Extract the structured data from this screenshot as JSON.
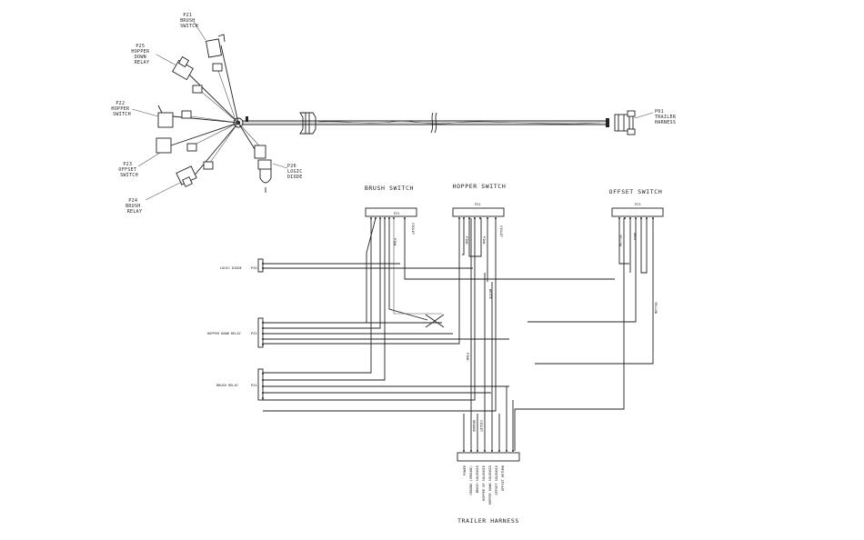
{
  "harness": {
    "p21": [
      "P21",
      "BRUSH",
      "SWITCH"
    ],
    "p25": [
      "P25",
      "HOPPER",
      "DOWN",
      "RELAY"
    ],
    "p22": [
      "P22",
      "HOPPER",
      "SWITCH"
    ],
    "p23": [
      "P23",
      "OFFSET",
      "SWITCH"
    ],
    "p24": [
      "P24",
      "BRUSH",
      "RELAY"
    ],
    "p26": [
      "P26",
      "LOGIC",
      "DIODE"
    ],
    "p01": [
      "P01",
      "TRAILER",
      "HARNESS"
    ]
  },
  "schematic": {
    "brush_switch": {
      "title": "BRUSH SWITCH",
      "ref": "P21",
      "wires": [
        "PINK",
        "VIOLET"
      ]
    },
    "hopper_switch": {
      "title": "HOPPER SWITCH",
      "ref": "P22",
      "wires": [
        "PINK",
        "PINK",
        "VIOLET"
      ]
    },
    "offset_switch": {
      "title": "OFFSET SWITCH",
      "ref": "P23",
      "wires": [
        "YELLOW",
        "GRAY"
      ]
    },
    "logic_diode": {
      "label": "LOGIC DIODE",
      "ref": "P26"
    },
    "hopper_down_relay": {
      "label": "HOPPER DOWN RELAY",
      "ref": "P25"
    },
    "brush_relay": {
      "label": "BRUSH RELAY",
      "ref": "P24"
    },
    "wire_labels": {
      "white": "WHITE",
      "yellow": "YELLOW",
      "pink": "PINK",
      "orange": "ORANGE",
      "violet": "VIOLET"
    },
    "trailer": {
      "title": "TRAILER HARNESS",
      "pins": [
        "POWER",
        "GROUND (GROUND)",
        "BRUSH SOLENOID",
        "HOPPER UP SOLENOID",
        "HOPPER DOWN SOLENOID",
        "OFFSET SOLENOID",
        "OFFSET RETURN"
      ]
    }
  }
}
